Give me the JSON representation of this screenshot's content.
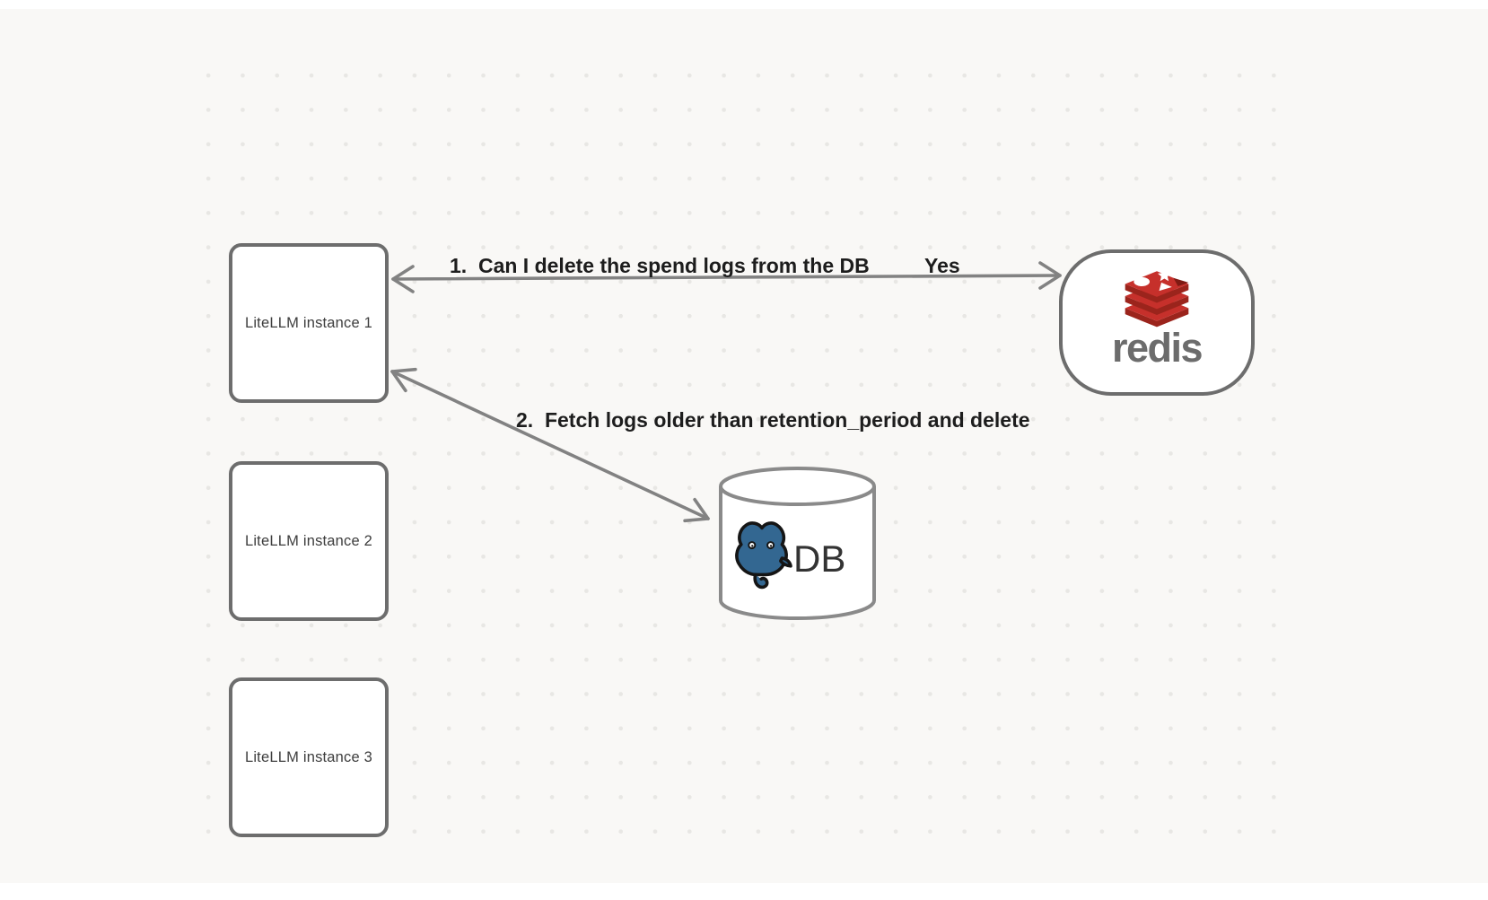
{
  "nodes": {
    "litellm_instances": [
      {
        "label": "LiteLLM instance 1"
      },
      {
        "label": "LiteLLM instance 2"
      },
      {
        "label": "LiteLLM instance 3"
      }
    ],
    "redis": {
      "wordmark": "redis",
      "icon": "redis-cube-logo"
    },
    "db": {
      "label": "DB",
      "icon": "postgresql-elephant-logo"
    }
  },
  "arrows": [
    {
      "label": "1.  Can I delete the spend logs from the DB",
      "response": "Yes",
      "from": "Redis",
      "to": "LiteLLM instance 1",
      "style": "bidirectional"
    },
    {
      "label": "2.  Fetch logs older than retention_period and delete",
      "from": "LiteLLM instance 1",
      "to": "DB",
      "style": "bidirectional"
    }
  ],
  "colors": {
    "background": "#f9f8f6",
    "dot": "#e8e7e4",
    "node_border": "#6d6d6d",
    "arrow": "#828282",
    "label_text": "#1d1d1d",
    "redis_red": "#c6302b",
    "redis_dark_red": "#9b241c",
    "redis_wordmark_gray": "#6c6c6c",
    "postgres_blue": "#336791"
  }
}
